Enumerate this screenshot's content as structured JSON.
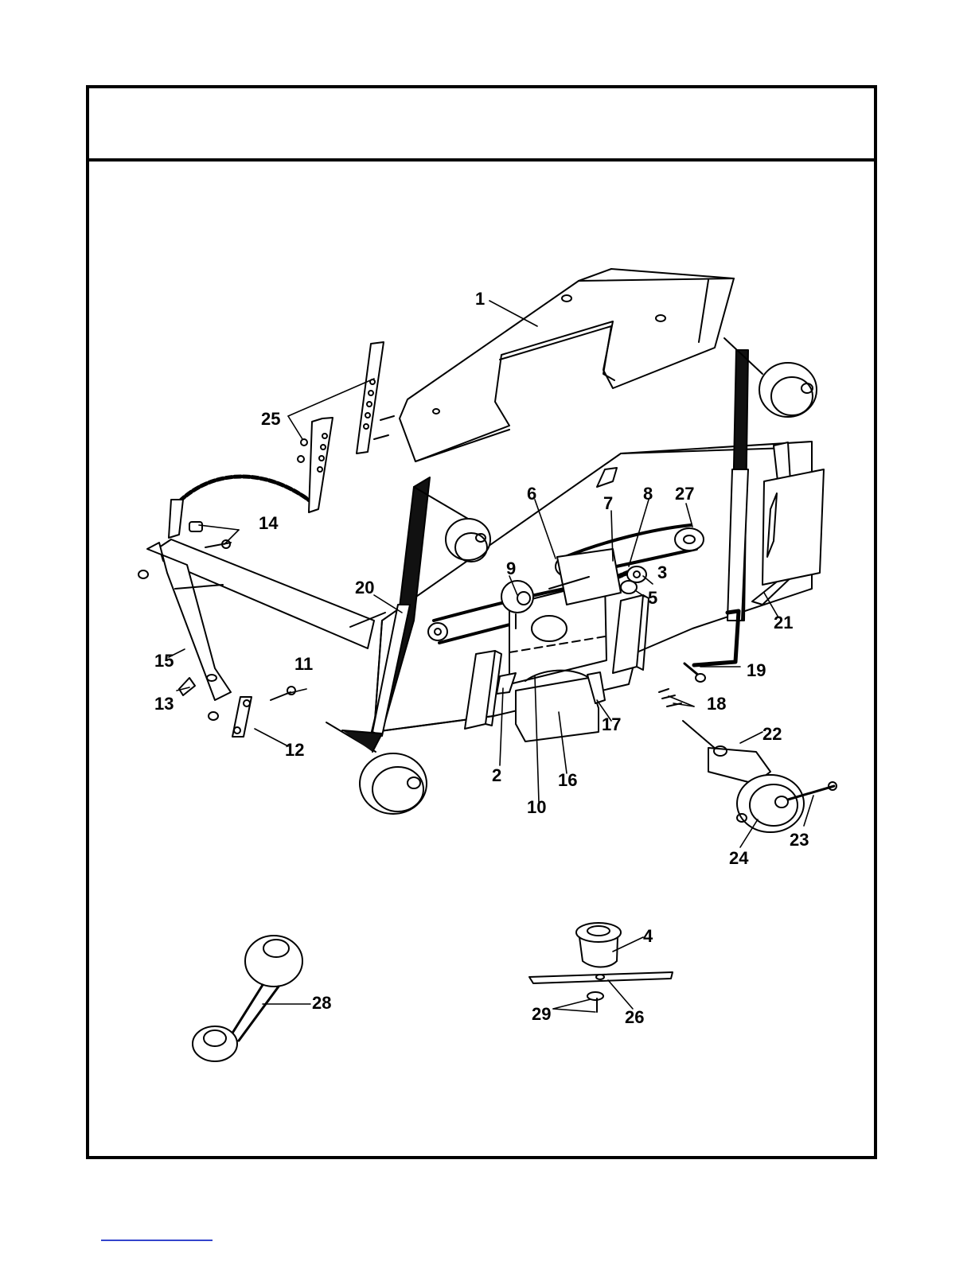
{
  "header": {
    "title": ""
  },
  "diagram": {
    "callouts": [
      "1",
      "2",
      "3",
      "4",
      "5",
      "6",
      "7",
      "8",
      "9",
      "10",
      "11",
      "12",
      "13",
      "14",
      "15",
      "16",
      "17",
      "18",
      "19",
      "20",
      "21",
      "22",
      "23",
      "24",
      "25",
      "26",
      "27",
      "28",
      "29"
    ]
  },
  "colors": {
    "ink": "#000000",
    "paper": "#ffffff",
    "link": "#3344cc"
  }
}
